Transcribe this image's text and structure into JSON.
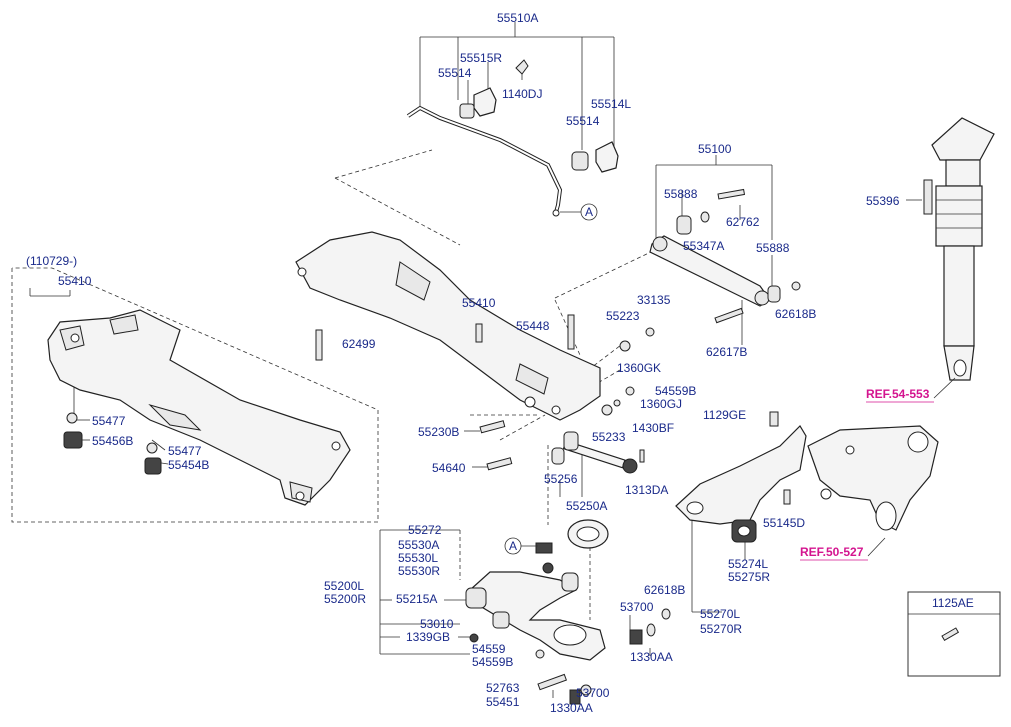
{
  "labels": {
    "p55510A": "55510A",
    "p55515R": "55515R",
    "p55514a": "55514",
    "p1140DJ": "1140DJ",
    "p55514L": "55514L",
    "p55514b": "55514",
    "p55100": "55100",
    "p55888a": "55888",
    "p62762": "62762",
    "p55347A": "55347A",
    "p55888b": "55888",
    "p55396": "55396",
    "p110729": "(110729-)",
    "p55410a": "55410",
    "p55410b": "55410",
    "p62499": "62499",
    "p33135": "33135",
    "p55448": "55448",
    "p55223": "55223",
    "p62618Ba": "62618B",
    "p62617B": "62617B",
    "p1360GK": "1360GK",
    "p54559Ba": "54559B",
    "p1360GJ": "1360GJ",
    "p55477a": "55477",
    "p55456B": "55456B",
    "p55477b": "55477",
    "p55454B": "55454B",
    "p55230B": "55230B",
    "p55233": "55233",
    "p1430BF": "1430BF",
    "p1129GE": "1129GE",
    "p54640": "54640",
    "p55256": "55256",
    "p1313DA": "1313DA",
    "p55250A": "55250A",
    "p55145D": "55145D",
    "p55272": "55272",
    "p55530A": "55530A",
    "p55530L": "55530L",
    "p55530R": "55530R",
    "p55274L": "55274L",
    "p55275R": "55275R",
    "p55200L": "55200L",
    "p55200R": "55200R",
    "p55215A": "55215A",
    "p62618Bb": "62618B",
    "p53700a": "53700",
    "p53010": "53010",
    "p1339GB": "1339GB",
    "p55270L": "55270L",
    "p55270R": "55270R",
    "p54559": "54559",
    "p54559Bb": "54559B",
    "p1330AAa": "1330AA",
    "p52763": "52763",
    "p55451": "55451",
    "p53700b": "53700",
    "p1330AAb": "1330AA",
    "p1125AE": "1125AE",
    "circleA1": "A",
    "circleA2": "A"
  },
  "refs": {
    "ref1": "REF.54-553",
    "ref2": "REF.50-527"
  },
  "colors": {
    "part_number": "#1a2a8a",
    "reference": "#d4148f",
    "line": "#333333"
  }
}
